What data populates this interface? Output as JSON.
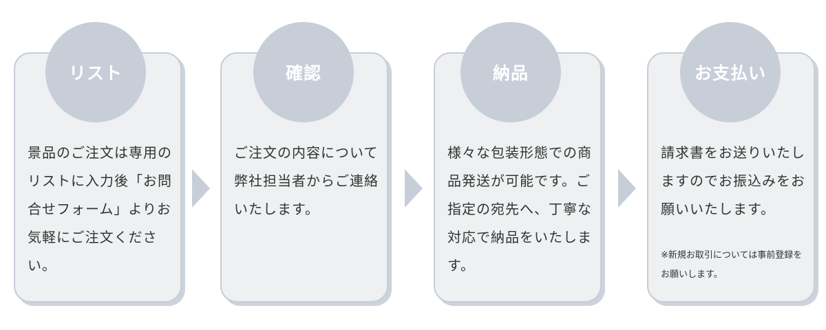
{
  "steps": [
    {
      "title": "リスト",
      "text": "景品のご注文は専用のリストに入力後「お問合せフォーム」よりお気軽にご注文ください。"
    },
    {
      "title": "確認",
      "text": "ご注文の内容について弊社担当者からご連絡いたします。"
    },
    {
      "title": "納品",
      "text": "様々な包装形態での商品発送が可能です。ご指定の宛先へ、丁寧な対応で納品をいたします。"
    },
    {
      "title": "お支払い",
      "text": "請求書をお送りいたしますのでお振込みをお願いいたします。",
      "note": "※新規お取引については事前登録をお願いします。"
    }
  ],
  "colors": {
    "card_bg": "#eef0f1",
    "badge": "#c7ced8",
    "arrow": "#c7ced8",
    "text": "#333333"
  }
}
